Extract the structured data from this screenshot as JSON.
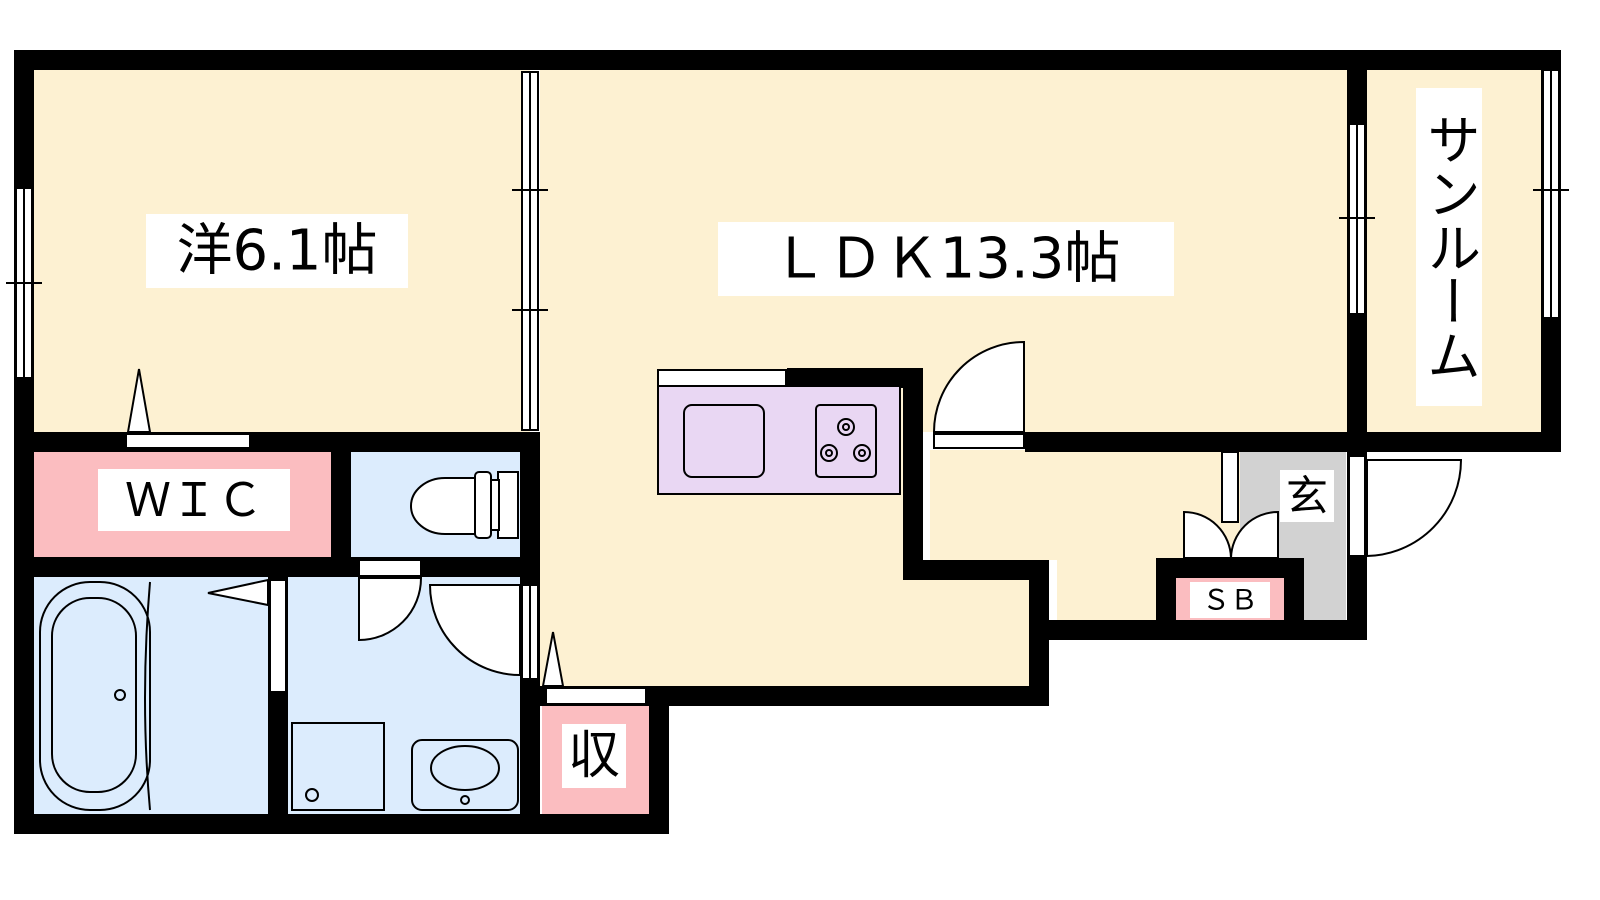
{
  "rooms": {
    "western_room": "洋6.1帖",
    "ldk": "ＬＤＫ13.3帖",
    "sunroom": "サンルーム",
    "wic": "ＷＩＣ",
    "entrance": "玄",
    "shoe_box": "ＳＢ",
    "storage": "収"
  },
  "colors": {
    "floor": "#fdf1d2",
    "wic_storage": "#fbbdc0",
    "wet_area": "#dcecfd",
    "kitchen": "#e9d7f3",
    "entrance": "#d2d2d2",
    "wall": "#000000"
  }
}
